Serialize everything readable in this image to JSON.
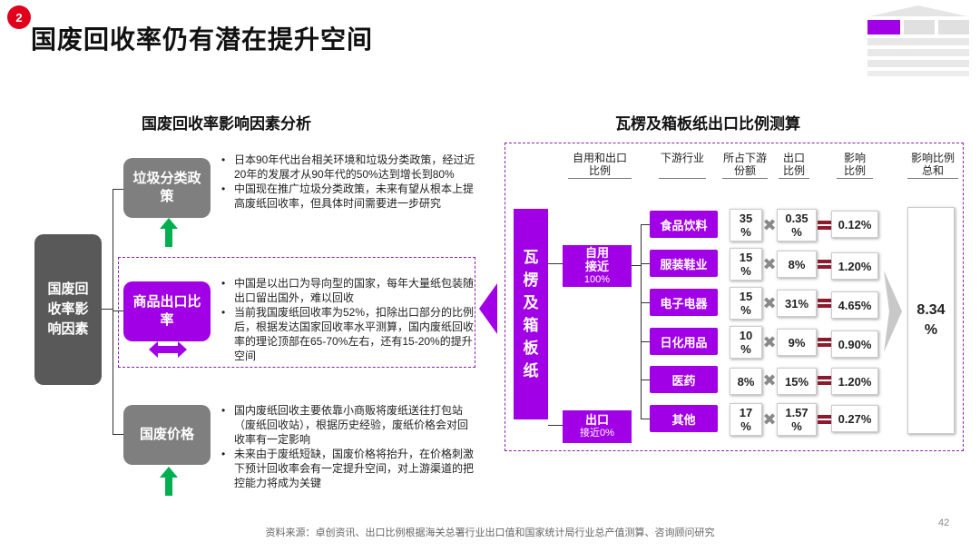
{
  "header": {
    "page_badge": "2",
    "title": "国废回收率仍有潜在提升空间"
  },
  "colors": {
    "accent_purple": "#a100e6",
    "badge_red": "#e0001b",
    "arrow_green": "#00b050",
    "equals_red": "#8e1a2e",
    "gray_box": "#7f7f7f"
  },
  "left": {
    "title": "国废回收率影响因素分析",
    "root_label": "国废回收率影响因素",
    "factors": [
      {
        "label": "垃圾分类政策",
        "bullets": [
          "日本90年代出台相关环境和垃圾分类政策，经过近20年的发展才从90年代的50%达到增长到80%",
          "中国现在推广垃圾分类政策，未来有望从根本上提高废纸回收率，但具体时间需要进一步研究"
        ]
      },
      {
        "label": "商品出口比率",
        "bullets": [
          "中国是以出口为导向型的国家，每年大量纸包装随出口留出国外，难以回收",
          "当前我国废纸回收率为52%，扣除出口部分的比例后，根据发达国家回收率水平测算，国内废纸回收率的理论顶部在65-70%左右，还有15-20%的提升空间"
        ]
      },
      {
        "label": "国废价格",
        "bullets": [
          "国内废纸回收主要依靠小商贩将废纸送往打包站（废纸回收站），根据历史经验，废纸价格会对回收率有一定影响",
          "未来由于废纸短缺，国废价格将抬升，在价格刺激下预计回收率会有一定提升空间，对上游渠道的把控能力将成为关键"
        ]
      }
    ]
  },
  "right": {
    "title": "瓦楞及箱板纸出口比例测算",
    "headers": [
      "自用和出口比例",
      "下游行业",
      "所占下游份额",
      "出口比例",
      "影响比例",
      "影响比例总和"
    ],
    "product_label": "瓦楞及箱板纸",
    "self_use": {
      "label": "自用",
      "sub": "接近",
      "pct": "100%"
    },
    "export": {
      "label": "出口",
      "sub": "接近0%"
    },
    "rows": [
      {
        "category": "食品饮料",
        "share": "35 %",
        "export_ratio": "0.35 %",
        "impact": "0.12%"
      },
      {
        "category": "服装鞋业",
        "share": "15 %",
        "export_ratio": "8%",
        "impact": "1.20%"
      },
      {
        "category": "电子电器",
        "share": "15 %",
        "export_ratio": "31%",
        "impact": "4.65%"
      },
      {
        "category": "日化用品",
        "share": "10 %",
        "export_ratio": "9%",
        "impact": "0.90%"
      },
      {
        "category": "医药",
        "share": "8%",
        "export_ratio": "15%",
        "impact": "1.20%"
      },
      {
        "category": "其他",
        "share": "17 %",
        "export_ratio": "1.57 %",
        "impact": "0.27%"
      }
    ],
    "total": "8.34 %"
  },
  "footer": {
    "source": "资料来源：卓创资讯、出口比例根据海关总署行业出口值和国家统计局行业总产值测算、咨询顾问研究",
    "slide_number": "42"
  }
}
